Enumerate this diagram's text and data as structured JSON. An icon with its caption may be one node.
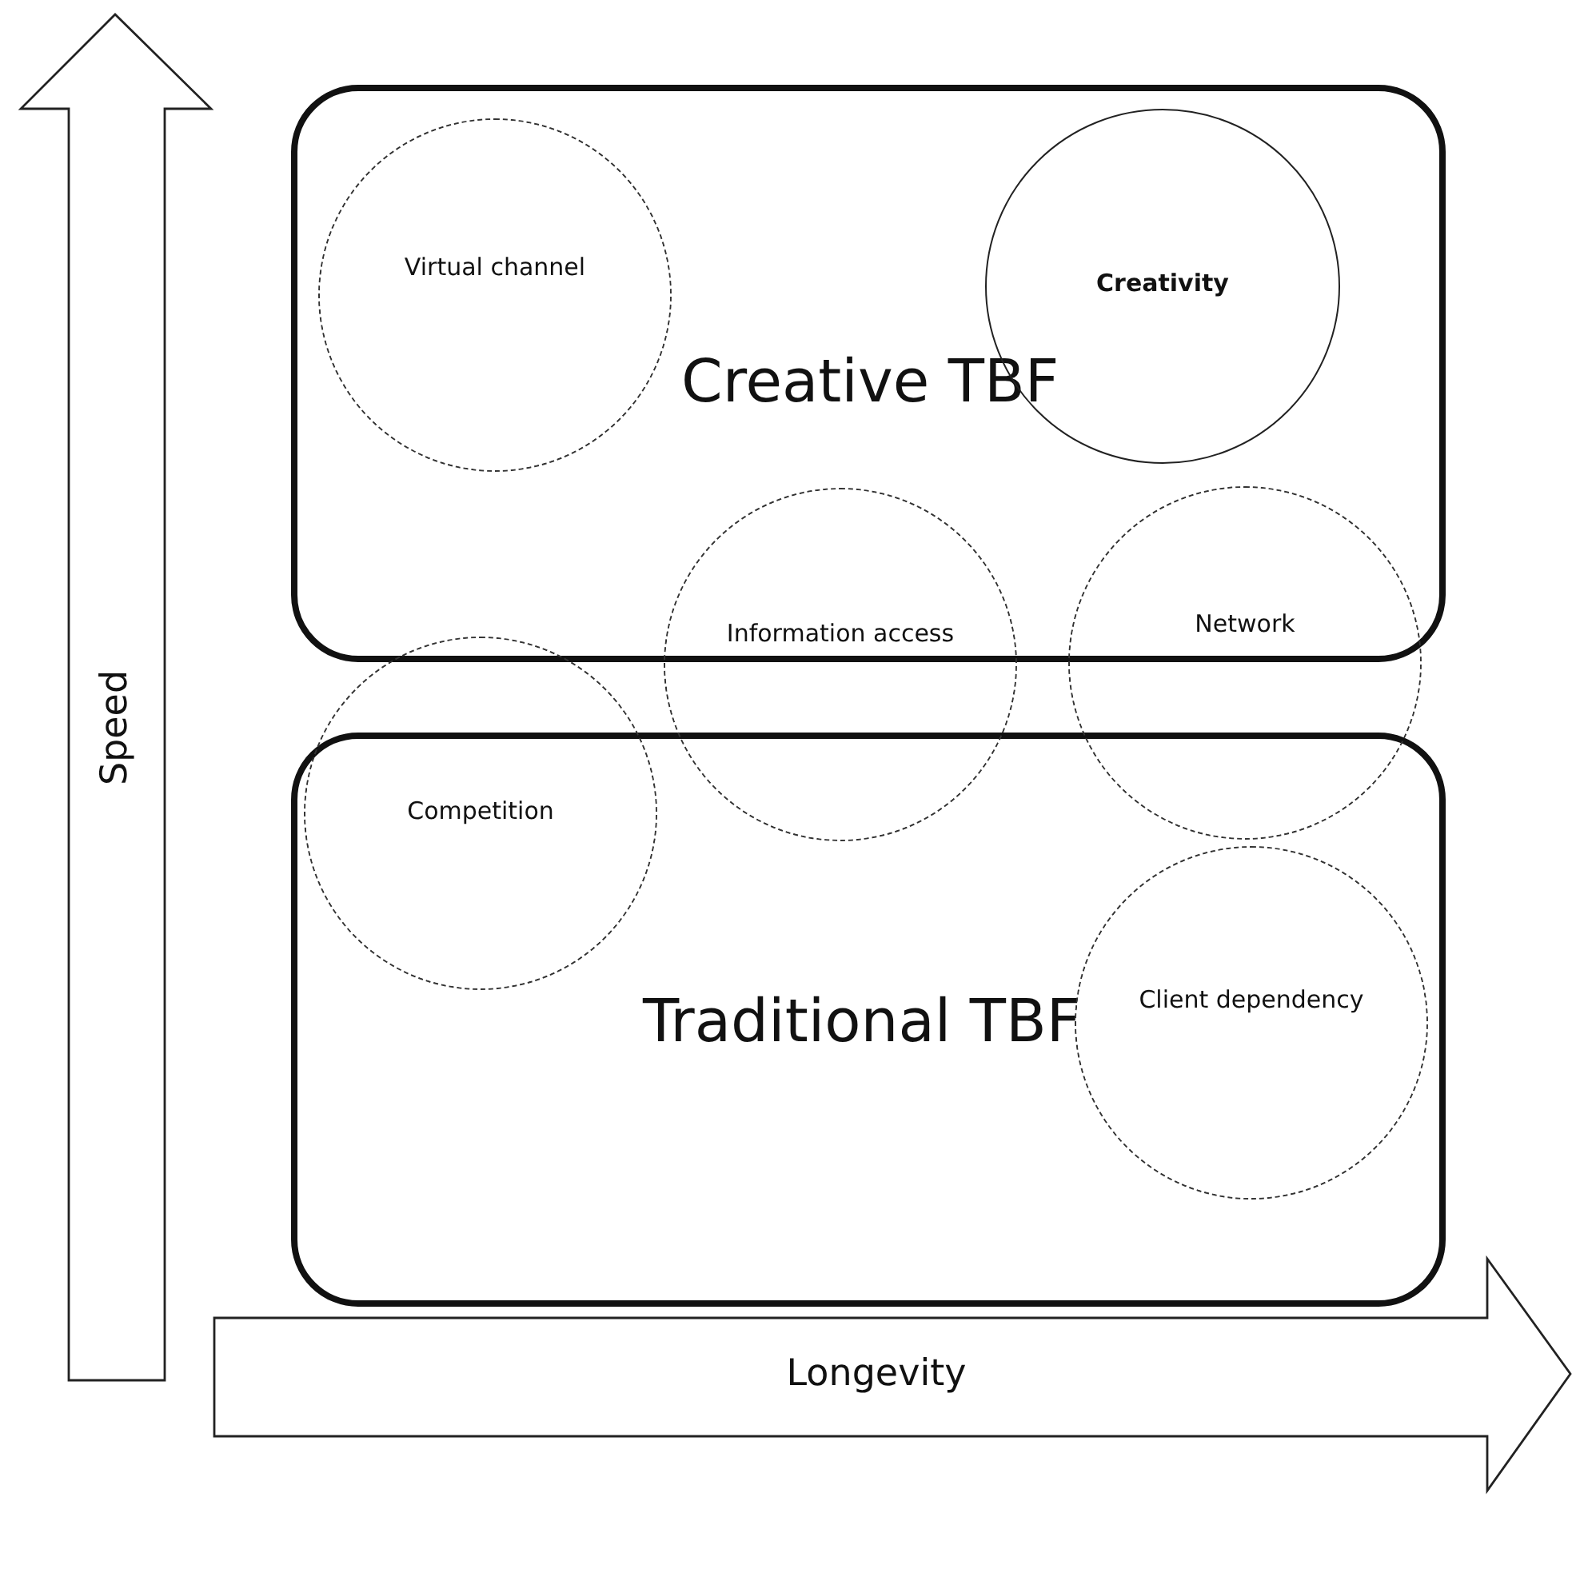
{
  "diagram": {
    "nodes": [
      {
        "text": [
          "Creative TBF"
        ]
      },
      {
        "text": [
          "Virtual channel"
        ],
        "in": 0
      },
      {
        "text": [
          "Creativity"
        ],
        "in": 0
      },
      {
        "text": [
          "Information access"
        ]
      },
      {
        "text": [
          "Network"
        ]
      },
      {
        "text": [
          "Competition"
        ]
      },
      {
        "text": [
          "Traditional TBF"
        ]
      },
      {
        "text": [
          "Client dependency"
        ],
        "in": 6
      }
    ],
    "labels": [
      "Speed",
      "Longevity"
    ]
  }
}
